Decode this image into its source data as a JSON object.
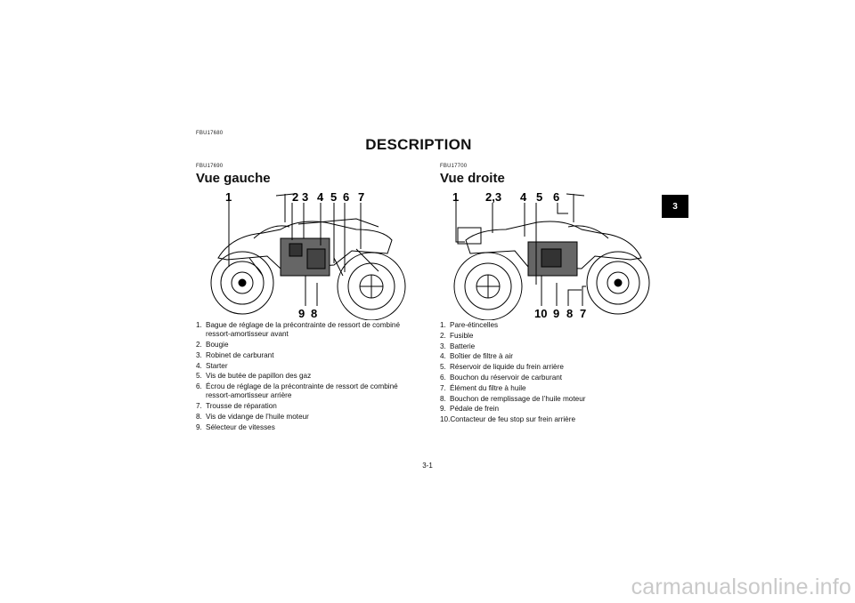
{
  "header": {
    "main_code": "FBU17680",
    "title": "DESCRIPTION"
  },
  "left": {
    "code": "FBU17690",
    "title": "Vue gauche",
    "callouts": {
      "c1": "1",
      "c2": "2",
      "c3": "3",
      "c4": "4",
      "c5": "5",
      "c6": "6",
      "c7": "7",
      "c8": "8",
      "c9": "9"
    },
    "items": [
      {
        "n": "1.",
        "t": "Bague de réglage de la précontrainte de ressort de combiné ressort-amortisseur avant"
      },
      {
        "n": "2.",
        "t": "Bougie"
      },
      {
        "n": "3.",
        "t": "Robinet de carburant"
      },
      {
        "n": "4.",
        "t": "Starter"
      },
      {
        "n": "5.",
        "t": "Vis de butée de papillon des gaz"
      },
      {
        "n": "6.",
        "t": "Écrou de réglage de la précontrainte de ressort de combiné ressort-amortisseur arrière"
      },
      {
        "n": "7.",
        "t": "Trousse de réparation"
      },
      {
        "n": "8.",
        "t": "Vis de vidange de l’huile moteur"
      },
      {
        "n": "9.",
        "t": "Sélecteur de vitesses"
      }
    ]
  },
  "right": {
    "code": "FBU17700",
    "title": "Vue droite",
    "callouts": {
      "c1": "1",
      "c23": "2,3",
      "c4": "4",
      "c5": "5",
      "c6": "6",
      "c10": "10",
      "c9": "9",
      "c8": "8",
      "c7": "7"
    },
    "items": [
      {
        "n": "1.",
        "t": "Pare-étincelles"
      },
      {
        "n": "2.",
        "t": "Fusible"
      },
      {
        "n": "3.",
        "t": "Batterie"
      },
      {
        "n": "4.",
        "t": "Boîtier de filtre à air"
      },
      {
        "n": "5.",
        "t": "Réservoir de liquide du frein arrière"
      },
      {
        "n": "6.",
        "t": "Bouchon du réservoir de carburant"
      },
      {
        "n": "7.",
        "t": "Élément du filtre à huile"
      },
      {
        "n": "8.",
        "t": "Bouchon de remplissage de l’huile moteur"
      },
      {
        "n": "9.",
        "t": "Pédale de frein"
      },
      {
        "n": "10.",
        "t": "Contacteur de feu stop sur frein arrière"
      }
    ]
  },
  "chapter_tab": "3",
  "page_number": "3-1",
  "watermark": "carmanualsonline.info"
}
